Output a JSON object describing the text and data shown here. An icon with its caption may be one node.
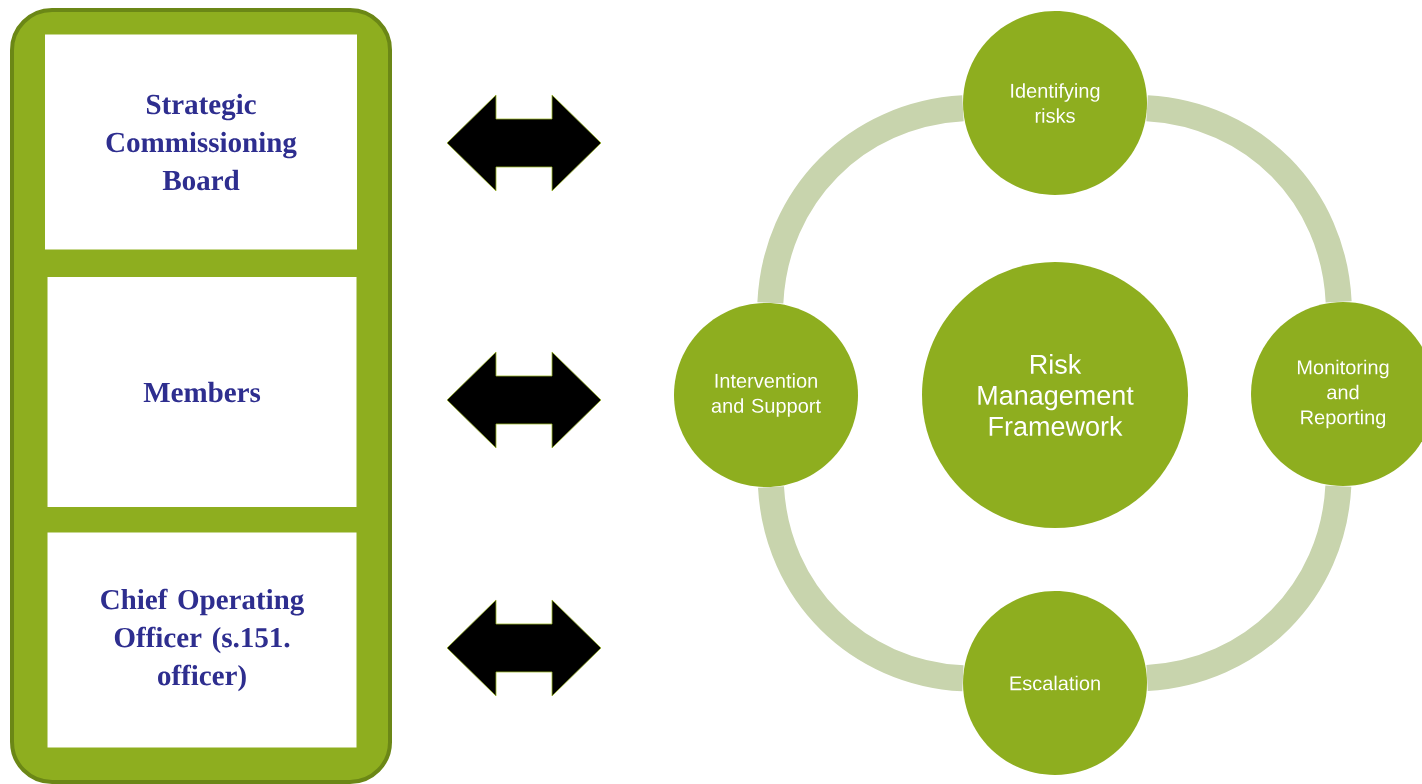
{
  "diagram": {
    "nodes": [
      {
        "text": [],
        "shape": "box"
      },
      {
        "text": [
          "Strategic Commissioning Board"
        ],
        "in": 0
      },
      {
        "text": [
          "Members"
        ],
        "in": 0
      },
      {
        "text": [
          "Chief Operating Officer (s.151. officer)"
        ],
        "in": 0
      },
      {
        "text": [
          "Identifying risks"
        ]
      },
      {
        "text": [
          "Intervention and Support"
        ]
      },
      {
        "text": [
          "Risk Management Framework"
        ]
      },
      {
        "text": [
          "Monitoring and Reporting"
        ]
      },
      {
        "text": [
          "Escalation"
        ]
      }
    ],
    "edges": [
      {
        "from": 4,
        "to": 7,
        "arrow": "none"
      },
      {
        "from": 7,
        "to": 8,
        "arrow": "none"
      },
      {
        "from": 8,
        "to": 5,
        "arrow": "none"
      },
      {
        "from": 5,
        "to": 4,
        "arrow": "none"
      }
    ]
  }
}
